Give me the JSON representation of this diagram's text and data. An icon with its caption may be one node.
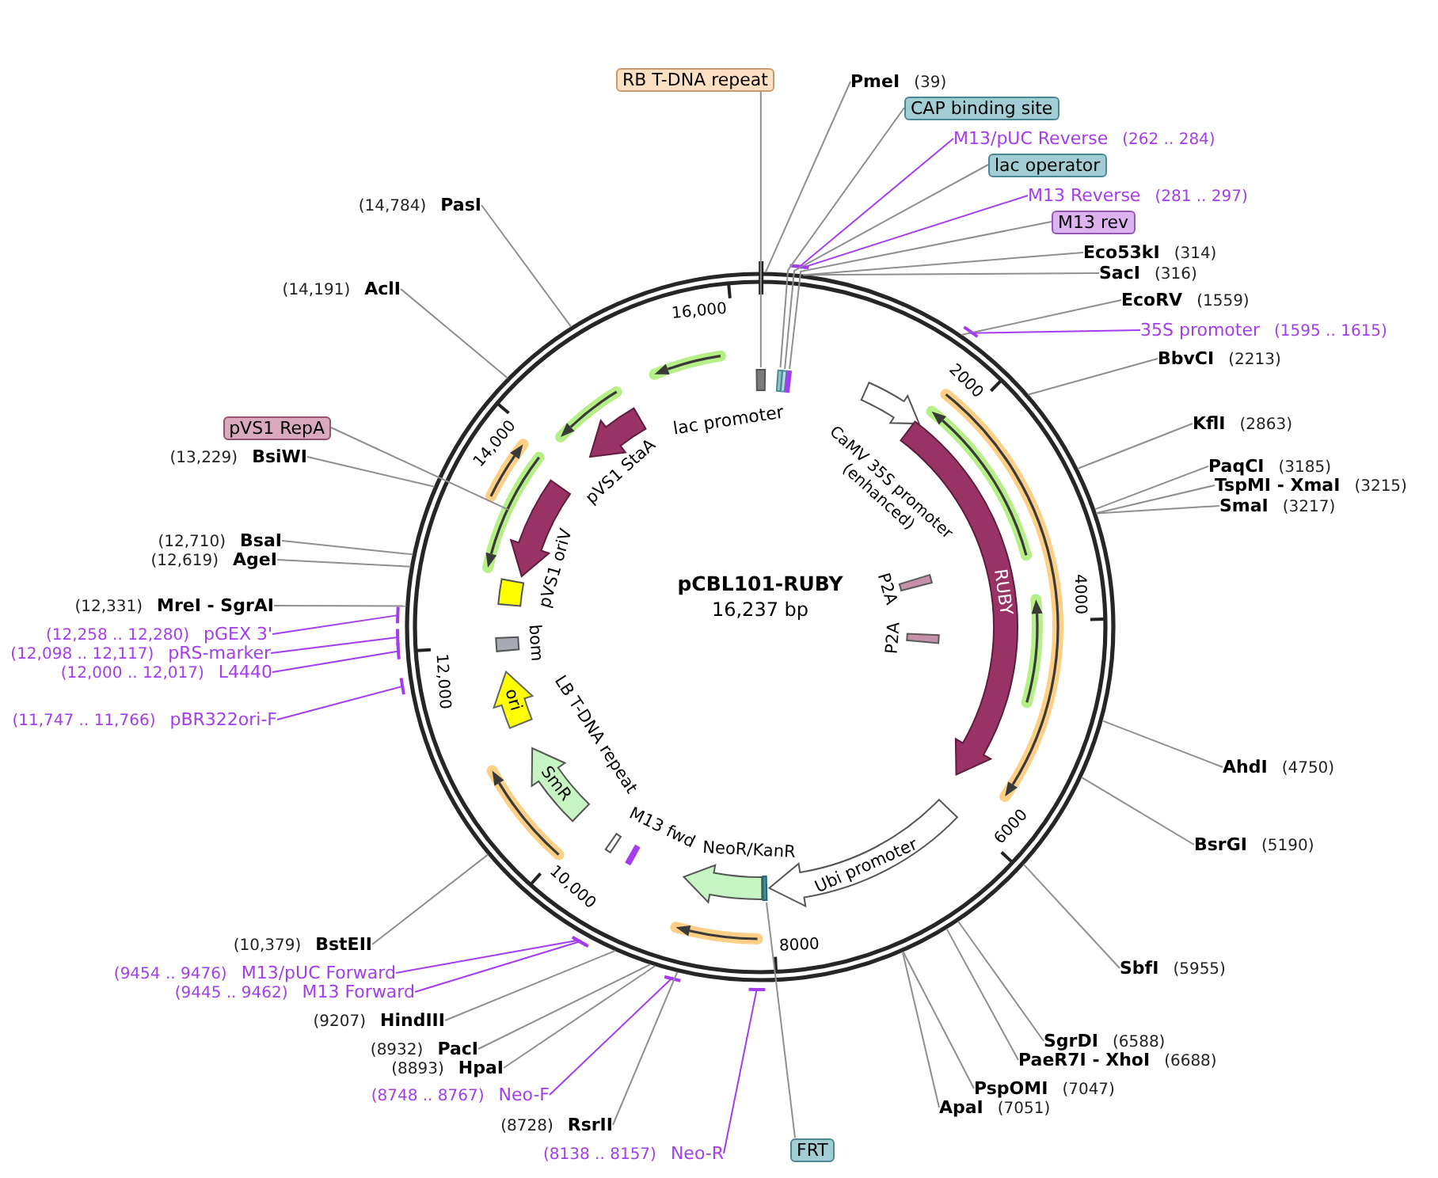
{
  "diagram": {
    "title": "pCBL101-RUBY",
    "nodes": [
      {
        "text": [
          "RB T-DNA repeat"
        ]
      },
      {
        "text": [
          "PmeI",
          "(39)"
        ]
      },
      {
        "text": [
          "CAP binding site"
        ]
      },
      {
        "text": [
          "M13/pUC Reverse",
          "(262 .. 284)"
        ]
      },
      {
        "text": [
          "lac operator"
        ]
      },
      {
        "text": [
          "M13 Reverse",
          "(281 .. 297)"
        ]
      },
      {
        "text": [
          "M13 rev"
        ]
      },
      {
        "text": [
          "Eco53kI",
          "(314)"
        ]
      },
      {
        "text": [
          "SacI",
          "(316)"
        ]
      },
      {
        "text": [
          "EcoRV",
          "(1559)"
        ]
      },
      {
        "text": [
          "35S promoter",
          "(1595 .. 1615)"
        ]
      },
      {
        "text": [
          "BbvCI",
          "(2213)"
        ]
      },
      {
        "text": [
          "KflI",
          "(2863)"
        ]
      },
      {
        "text": [
          "PaqCI",
          "(3185)"
        ]
      },
      {
        "text": [
          "TspMI - XmaI",
          "(3215)"
        ]
      },
      {
        "text": [
          "SmaI",
          "(3217)"
        ]
      },
      {
        "text": [
          "AhdI",
          "(4750)"
        ]
      },
      {
        "text": [
          "BsrGI",
          "(5190)"
        ]
      },
      {
        "text": [
          "SbfI",
          "(5955)"
        ]
      },
      {
        "text": [
          "SgrDI",
          "(6588)"
        ]
      },
      {
        "text": [
          "PaeR7I - XhoI",
          "(6688)"
        ]
      },
      {
        "text": [
          "PspOMI",
          "(7047)"
        ]
      },
      {
        "text": [
          "ApaI",
          "(7051)"
        ]
      },
      {
        "text": [
          "FRT"
        ]
      },
      {
        "text": [
          "(8138 .. 8157)",
          "Neo-R"
        ]
      },
      {
        "text": [
          "(8728)",
          "RsrII"
        ]
      },
      {
        "text": [
          "(8748 .. 8767)",
          "Neo-F"
        ]
      },
      {
        "text": [
          "(8893)",
          "HpaI"
        ]
      },
      {
        "text": [
          "(8932)",
          "PacI"
        ]
      },
      {
        "text": [
          "(9207)",
          "HindIII"
        ]
      },
      {
        "text": [
          "(9445 .. 9462)",
          "M13 Forward"
        ]
      },
      {
        "text": [
          "(9454 .. 9476)",
          "M13/pUC Forward"
        ]
      },
      {
        "text": [
          "(10,379)",
          "BstEII"
        ]
      },
      {
        "text": [
          "(11,747 .. 11,766)",
          "pBR322ori-F"
        ]
      },
      {
        "text": [
          "(12,000 .. 12,017)",
          "L4440"
        ]
      },
      {
        "text": [
          "(12,098 .. 12,117)",
          "pRS-marker"
        ]
      },
      {
        "text": [
          "(12,258 .. 12,280)",
          "pGEX 3'"
        ]
      },
      {
        "text": [
          "(12,331)",
          "MreI - SgrAI"
        ]
      },
      {
        "text": [
          "(12,619)",
          "AgeI"
        ]
      },
      {
        "text": [
          "(12,710)",
          "BsaI"
        ]
      },
      {
        "text": [
          "(13,229)",
          "BsiWI"
        ]
      },
      {
        "text": [
          "pVS1 RepA"
        ]
      },
      {
        "text": [
          "(14,191)",
          "AclI"
        ]
      },
      {
        "text": [
          "(14,784)",
          "PasI"
        ]
      },
      {
        "text": [
          "lac promoter"
        ]
      },
      {
        "text": [
          "CaMV 35S promoter (enhanced)"
        ]
      },
      {
        "text": [
          "RUBY"
        ]
      },
      {
        "text": [
          "P2A"
        ]
      },
      {
        "text": [
          "P2A"
        ]
      },
      {
        "text": [
          "Ubi promoter"
        ]
      },
      {
        "text": [
          "NeoR/KanR"
        ]
      },
      {
        "text": [
          "M13 fwd"
        ]
      },
      {
        "text": [
          "LB T-DNA repeat"
        ]
      },
      {
        "text": [
          "SmR"
        ]
      },
      {
        "text": [
          "ori"
        ]
      },
      {
        "text": [
          "bom"
        ]
      },
      {
        "text": [
          "pVS1 oriV"
        ]
      },
      {
        "text": [],
        "shape": "arrow"
      },
      {
        "text": [
          "pVS1 StaA"
        ]
      },
      {
        "text": [],
        "shape": "bar"
      },
      {
        "text": [],
        "shape": "bar"
      },
      {
        "text": [],
        "shape": "bar"
      },
      {
        "text": [],
        "shape": "bar"
      },
      {
        "text": [],
        "shape": "bar"
      }
    ],
    "edges": [
      {
        "from": 0,
        "to": 59,
        "arrow": "none"
      },
      {
        "from": 1,
        "to": null,
        "arrow": "none"
      },
      {
        "from": 2,
        "to": 60,
        "arrow": "none"
      },
      {
        "from": 3,
        "to": null,
        "arrow": "none",
        "color": "#a43cf0"
      },
      {
        "from": 4,
        "to": 61,
        "arrow": "none"
      },
      {
        "from": 5,
        "to": null,
        "arrow": "none",
        "color": "#a43cf0"
      },
      {
        "from": 6,
        "to": 62,
        "arrow": "none"
      },
      {
        "from": 7,
        "to": null,
        "arrow": "none"
      },
      {
        "from": 8,
        "to": null,
        "arrow": "none"
      },
      {
        "from": 9,
        "to": null,
        "arrow": "none"
      },
      {
        "from": 10,
        "to": null,
        "arrow": "none",
        "color": "#a43cf0"
      },
      {
        "from": 11,
        "to": null,
        "arrow": "none"
      },
      {
        "from": 12,
        "to": null,
        "arrow": "none"
      },
      {
        "from": 13,
        "to": null,
        "arrow": "none"
      },
      {
        "from": 14,
        "to": null,
        "arrow": "none"
      },
      {
        "from": 15,
        "to": null,
        "arrow": "none"
      },
      {
        "from": 16,
        "to": null,
        "arrow": "none"
      },
      {
        "from": 17,
        "to": null,
        "arrow": "none"
      },
      {
        "from": 18,
        "to": null,
        "arrow": "none"
      },
      {
        "from": 19,
        "to": null,
        "arrow": "none"
      },
      {
        "from": 20,
        "to": null,
        "arrow": "none"
      },
      {
        "from": 21,
        "to": null,
        "arrow": "none"
      },
      {
        "from": 22,
        "to": null,
        "arrow": "none"
      },
      {
        "from": 23,
        "to": 63,
        "arrow": "none"
      },
      {
        "from": 24,
        "to": null,
        "arrow": "none",
        "color": "#a43cf0"
      },
      {
        "from": 25,
        "to": null,
        "arrow": "none"
      },
      {
        "from": 26,
        "to": null,
        "arrow": "none",
        "color": "#a43cf0"
      },
      {
        "from": 27,
        "to": null,
        "arrow": "none"
      },
      {
        "from": 28,
        "to": null,
        "arrow": "none"
      },
      {
        "from": 29,
        "to": null,
        "arrow": "none"
      },
      {
        "from": 30,
        "to": null,
        "arrow": "none",
        "color": "#a43cf0"
      },
      {
        "from": 31,
        "to": null,
        "arrow": "none",
        "color": "#a43cf0"
      },
      {
        "from": 32,
        "to": null,
        "arrow": "none"
      },
      {
        "from": 33,
        "to": null,
        "arrow": "none",
        "color": "#a43cf0"
      },
      {
        "from": 34,
        "to": null,
        "arrow": "none",
        "color": "#a43cf0"
      },
      {
        "from": 35,
        "to": null,
        "arrow": "none",
        "color": "#a43cf0"
      },
      {
        "from": 36,
        "to": null,
        "arrow": "none",
        "color": "#a43cf0"
      },
      {
        "from": 37,
        "to": null,
        "arrow": "none"
      },
      {
        "from": 38,
        "to": null,
        "arrow": "none"
      },
      {
        "from": 39,
        "to": null,
        "arrow": "none"
      },
      {
        "from": 40,
        "to": null,
        "arrow": "none"
      },
      {
        "from": 41,
        "to": 57,
        "arrow": "none"
      },
      {
        "from": 42,
        "to": null,
        "arrow": "none"
      },
      {
        "from": 43,
        "to": null,
        "arrow": "none"
      }
    ],
    "labels": [
      "16,237 bp",
      "2000",
      "4000",
      "6000",
      "8000",
      "10,000",
      "12,000",
      "14,000",
      "16,000"
    ]
  }
}
